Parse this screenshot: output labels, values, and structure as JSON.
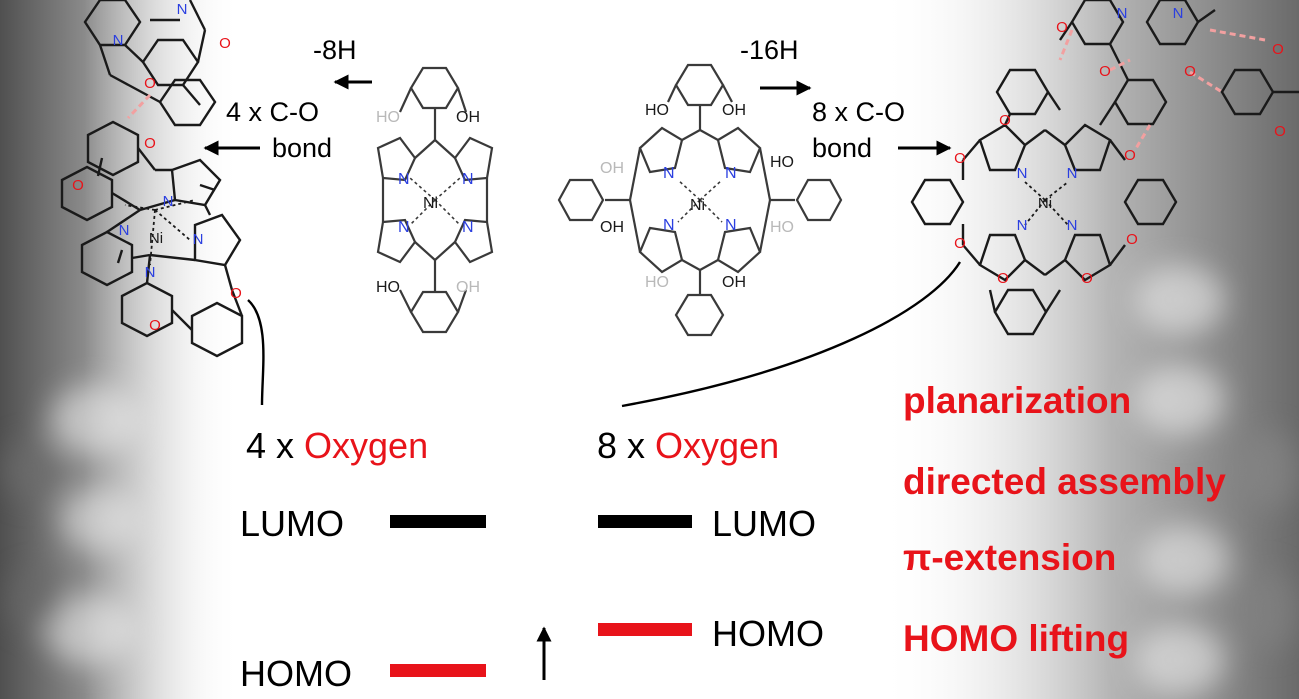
{
  "reactions": {
    "left": {
      "h_loss": "-8H",
      "bond_count": "4 x C-O",
      "bond_word": "bond"
    },
    "right": {
      "h_loss": "-16H",
      "bond_count": "8 x C-O",
      "bond_word": "bond"
    }
  },
  "atoms": {
    "nitrogen": "N",
    "nickel": "Ni",
    "oxygen": "O",
    "hydroxyl_oh": "OH",
    "hydroxyl_ho": "HO"
  },
  "energy_levels": {
    "left": {
      "count": "4 x ",
      "element": "Oxygen",
      "lumo": "LUMO",
      "homo": "HOMO"
    },
    "right": {
      "count": "8 x ",
      "element": "Oxygen",
      "lumo": "LUMO",
      "homo": "HOMO"
    }
  },
  "features": [
    "planarization",
    "directed assembly",
    "π-extension",
    "HOMO lifting"
  ],
  "colors": {
    "oxygen_red": "#e8131a",
    "nitrogen_blue": "#2b3fe0",
    "faded_hydroxyl": "#b9b9b9",
    "bond_gray": "#3a3a3a",
    "dimer_link_pink": "#f2a0a0"
  }
}
